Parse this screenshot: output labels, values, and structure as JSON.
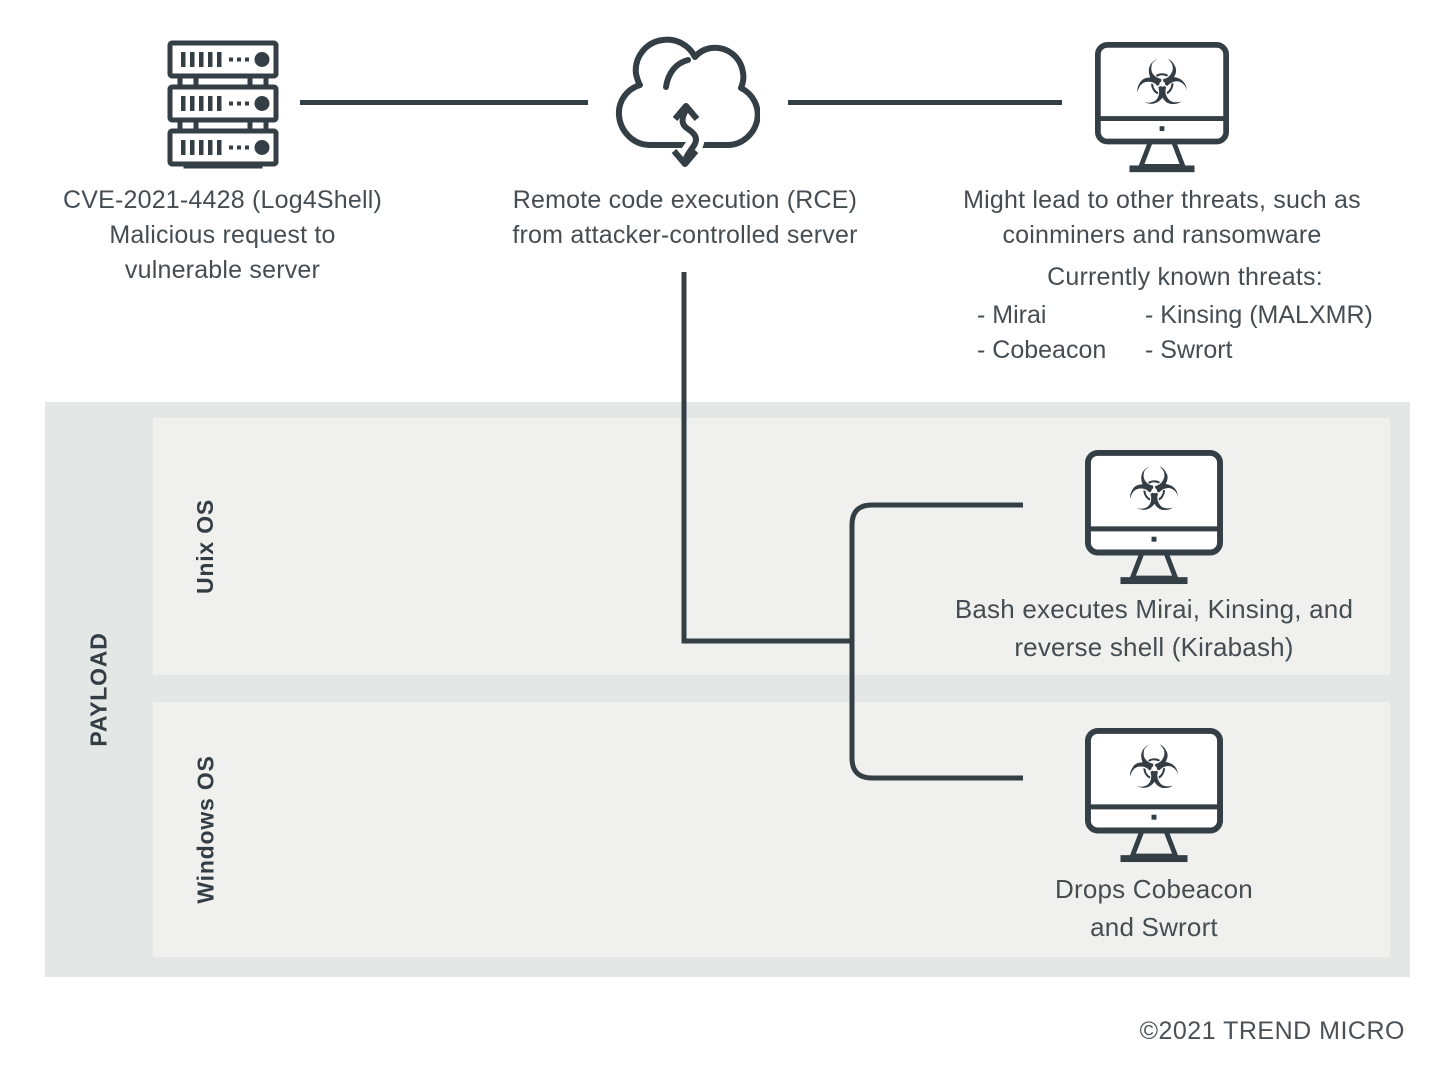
{
  "colors": {
    "ink": "#343e45",
    "text": "#454d52",
    "panel_outer": "#e3e8e6",
    "panel_inner": "#f0f1ef",
    "background": "#ffffff"
  },
  "icons": {
    "server": "server-rack-icon",
    "cloud": "cloud-exchange-arrows-icon",
    "infected_monitor": "monitor-biohazard-icon",
    "biohazard_glyph": "☣"
  },
  "top_flow": {
    "source": {
      "line1": "CVE-2021-4428 (Log4Shell)",
      "line2": "Malicious request to",
      "line3": "vulnerable server"
    },
    "rce": {
      "line1": "Remote code execution (RCE)",
      "line2": "from attacker-controlled server"
    },
    "threats": {
      "line1": "Might lead to other threats, such as",
      "line2": "coinminers and ransomware",
      "known_title": "Currently known threats:",
      "list": {
        "col1": [
          "- Mirai",
          "- Cobeacon"
        ],
        "col2": [
          "- Kinsing (MALXMR)",
          "- Swrort"
        ]
      }
    }
  },
  "payload": {
    "label": "PAYLOAD",
    "unix": {
      "os_label": "Unix OS",
      "result_line1": "Bash executes Mirai, Kinsing, and",
      "result_line2": "reverse shell (Kirabash)"
    },
    "windows": {
      "os_label": "Windows OS",
      "result_line1": "Drops Cobeacon",
      "result_line2": "and Swrort"
    }
  },
  "footer": {
    "copyright": "©2021 TREND MICRO"
  }
}
